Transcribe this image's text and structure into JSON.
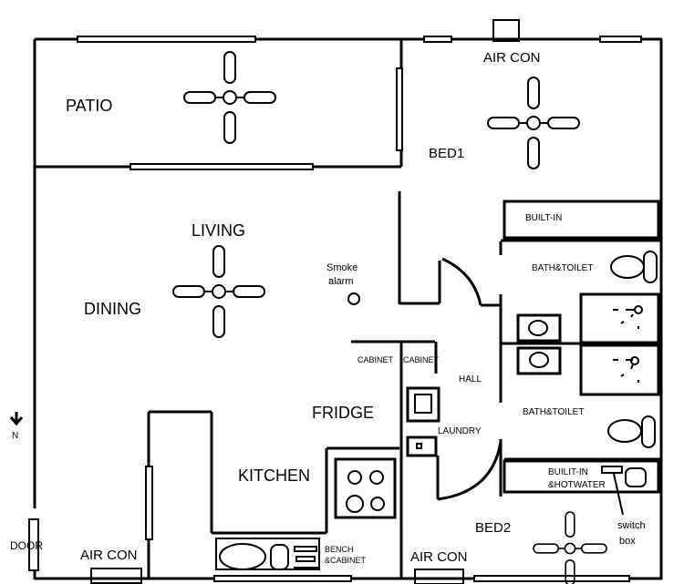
{
  "rooms": {
    "patio": "PATIO",
    "bed1": "BED1",
    "living": "LIVING",
    "dining": "DINING",
    "kitchen": "KITCHEN",
    "fridge": "FRIDGE",
    "hall": "HALL",
    "laundry": "LAUNDRY",
    "bath_top": "BATH&TOILET",
    "bath_bottom": "BATH&TOILET",
    "bed2": "BED2"
  },
  "fixtures": {
    "aircon_top": "AIR CON",
    "aircon_left": "AIR CON",
    "aircon_bottom": "AIR CON",
    "builtin_bed1": "BUILT-IN",
    "builtin_hot_1": "BUILIT-IN",
    "builtin_hot_2": "&HOTWATER",
    "cabinet_left": "CABINET",
    "cabinet_right": "CABINET",
    "bench_1": "BENCH",
    "bench_2": "&CABINET",
    "smoke_1": "Smoke",
    "smoke_2": "alarm",
    "switch_1": "switch",
    "switch_2": "box",
    "door": "DOOR",
    "north": "N"
  }
}
